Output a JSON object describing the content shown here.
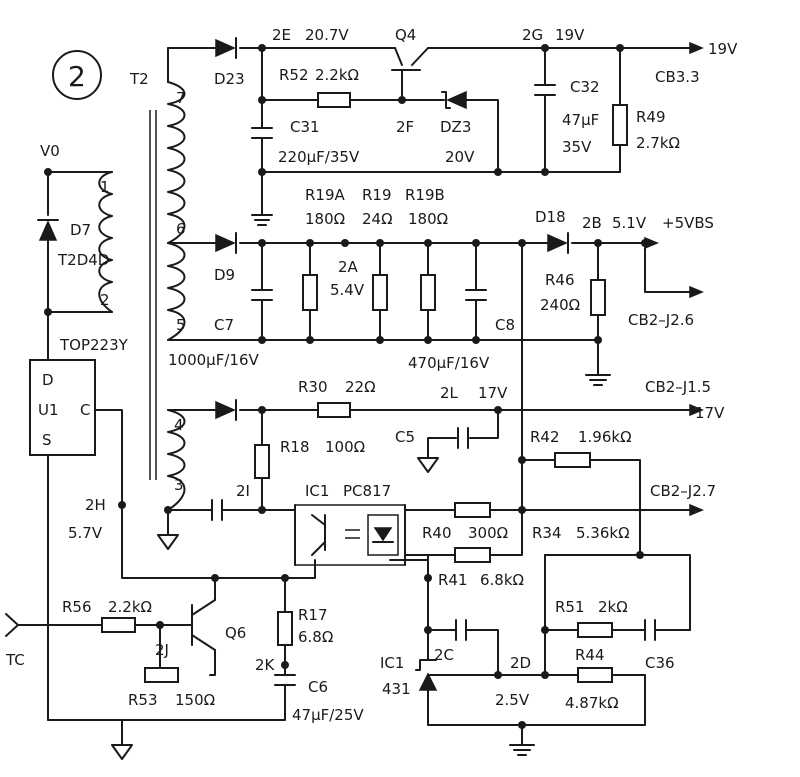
{
  "circuit": {
    "section_number": "2",
    "transformer": {
      "name": "T2",
      "pins": [
        "1",
        "2",
        "3",
        "4",
        "5",
        "6",
        "7"
      ]
    },
    "node_labels": {
      "v0": "V0",
      "n2e": "2E",
      "v2e": "20.7V",
      "n2g": "2G",
      "v2g": "19V",
      "n2f": "2F",
      "n2a": "2A",
      "v2a": "5.4V",
      "n2b": "2B",
      "v2b": "5.1V",
      "n2l": "2L",
      "v2l": "17V",
      "n2i": "2I",
      "n2h": "2H",
      "v2h": "5.7V",
      "n2j": "2J",
      "n2k": "2K",
      "n2c": "2C",
      "n2d": "2D",
      "v2d": "2.5V"
    },
    "components": {
      "d23": "D23",
      "q4": "Q4",
      "r52": "R52",
      "r52_val": "2.2kΩ",
      "c31": "C31",
      "c31_val": "220μF/35V",
      "dz3": "DZ3",
      "dz3_val": "20V",
      "c32": "C32",
      "c32_val1": "47μF",
      "c32_val2": "35V",
      "r49": "R49",
      "r49_val": "2.7kΩ",
      "d7": "D7",
      "d7_val": "T2D4D",
      "d9": "D9",
      "c7": "C7",
      "c7_val": "1000μF/16V",
      "r19a": "R19A",
      "r19a_val": "180Ω",
      "r19": "R19",
      "r19_val": "24Ω",
      "r19b": "R19B",
      "r19b_val": "180Ω",
      "c8": "C8",
      "c8_val": "470μF/16V",
      "d18": "D18",
      "r46": "R46",
      "r46_val": "240Ω",
      "u1_name": "TOP223Y",
      "u1": "U1",
      "u1_d": "D",
      "u1_c": "C",
      "u1_s": "S",
      "r30": "R30",
      "r30_val": "22Ω",
      "c5": "C5",
      "r18": "R18",
      "r18_val": "100Ω",
      "r42": "R42",
      "r42_val": "1.96kΩ",
      "ic1_pc": "IC1",
      "ic1_pc_val": "PC817",
      "r40": "R40",
      "r40_val": "300Ω",
      "r34": "R34",
      "r34_val": "5.36kΩ",
      "r41": "R41",
      "r41_val": "6.8kΩ",
      "r56": "R56",
      "r56_val": "2.2kΩ",
      "q6": "Q6",
      "r17": "R17",
      "r17_val": "6.8Ω",
      "r51": "R51",
      "r51_val": "2kΩ",
      "c36": "C36",
      "c6": "C6",
      "c6_val": "47μF/25V",
      "r53": "R53",
      "r53_val": "150Ω",
      "ic1_431": "IC1",
      "ic1_431_val": "431",
      "r44": "R44",
      "r44_val": "4.87kΩ"
    },
    "outputs": {
      "out19v": "19V",
      "cb33": "CB3.3",
      "plus5vbs": "+5VBS",
      "cb2_j26": "CB2–J2.6",
      "cb2_j15": "CB2–J1.5",
      "out17v": "17V",
      "cb2_j27": "CB2–J2.7",
      "tc": "TC"
    }
  }
}
